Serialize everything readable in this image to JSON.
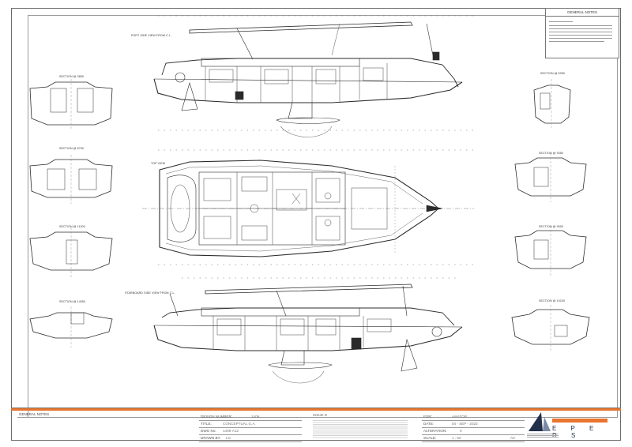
{
  "general_notes_title": "GENERAL NOTES",
  "views": {
    "port_side": "PORT SIDE VIEW FROM C.L.",
    "top": "TOP VIEW",
    "starboard_side": "STARBOARD SIDE VIEW FROM C.L."
  },
  "sections_left": [
    "SECTION @ 3850",
    "SECTION @ 6750",
    "SECTION @ 11300",
    "SECTION @ 14050"
  ],
  "sections_right": [
    "SECTION @ 5350",
    "SECTION @ 9350",
    "SECTION @ 9000",
    "SECTION @ 10100"
  ],
  "title_block": {
    "notes_label": "GENERAL NOTES",
    "design_number_label": "DESIGN NUMBER:",
    "design_number": "1409",
    "title_label": "TITLE:",
    "title": "CONCEPTUAL G.A.",
    "dwg_no_label": "DWG No:",
    "dwg_no": "1409-A12",
    "drawn_by_label": "DRAWN BY:",
    "drawn_by": "LG",
    "mid_label": "ISSUE D",
    "for_label": "FOR:",
    "for_value": "AMATOR",
    "date_label": "DATE:",
    "date_value": "04 - SEP - 2023",
    "alteration_label": "ALTERATION:",
    "alteration_value": "0",
    "scale_label": "SCALE:",
    "scale_value": "1 : 50",
    "sheet_size": "A0",
    "brand_word": "E P E R S"
  },
  "colors": {
    "accent": "#e8752d",
    "ink": "#2b2b2b",
    "brand": "#23304a"
  }
}
